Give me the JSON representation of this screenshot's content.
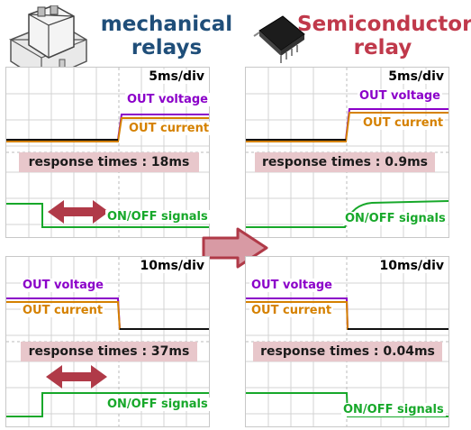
{
  "headings": {
    "mechanical": "mechanical relays",
    "semiconductor": "Semiconductor relay"
  },
  "panels": [
    {
      "id": "mech-5ms",
      "timebase": "5ms/div",
      "out_voltage": "OUT voltage",
      "out_current": "OUT current",
      "response": "response times : 18ms",
      "signals": "ON/OFF signals"
    },
    {
      "id": "semi-5ms",
      "timebase": "5ms/div",
      "out_voltage": "OUT voltage",
      "out_current": "OUT current",
      "response": "response times : 0.9ms",
      "signals": "ON/OFF signals"
    },
    {
      "id": "mech-10ms",
      "timebase": "10ms/div",
      "out_voltage": "OUT voltage",
      "out_current": "OUT current",
      "response": "response times : 37ms",
      "signals": "ON/OFF signals"
    },
    {
      "id": "semi-10ms",
      "timebase": "10ms/div",
      "out_voltage": "OUT voltage",
      "out_current": "OUT current",
      "response": "response times : 0.04ms",
      "signals": "ON/OFF signals"
    }
  ],
  "colors": {
    "voltage_trace": "#8b00c9",
    "current_trace": "#d58100",
    "signal_trace": "#17a82a",
    "arrow": "#b03a48",
    "mechanical_title": "#1f4e79",
    "semiconductor_title": "#c0394b"
  },
  "icons": {
    "mechanical": "mechanical-relay-icon",
    "semiconductor": "semiconductor-chip-icon",
    "compare_arrow": "right-arrow-icon",
    "delay_arrow": "double-arrow-icon"
  }
}
